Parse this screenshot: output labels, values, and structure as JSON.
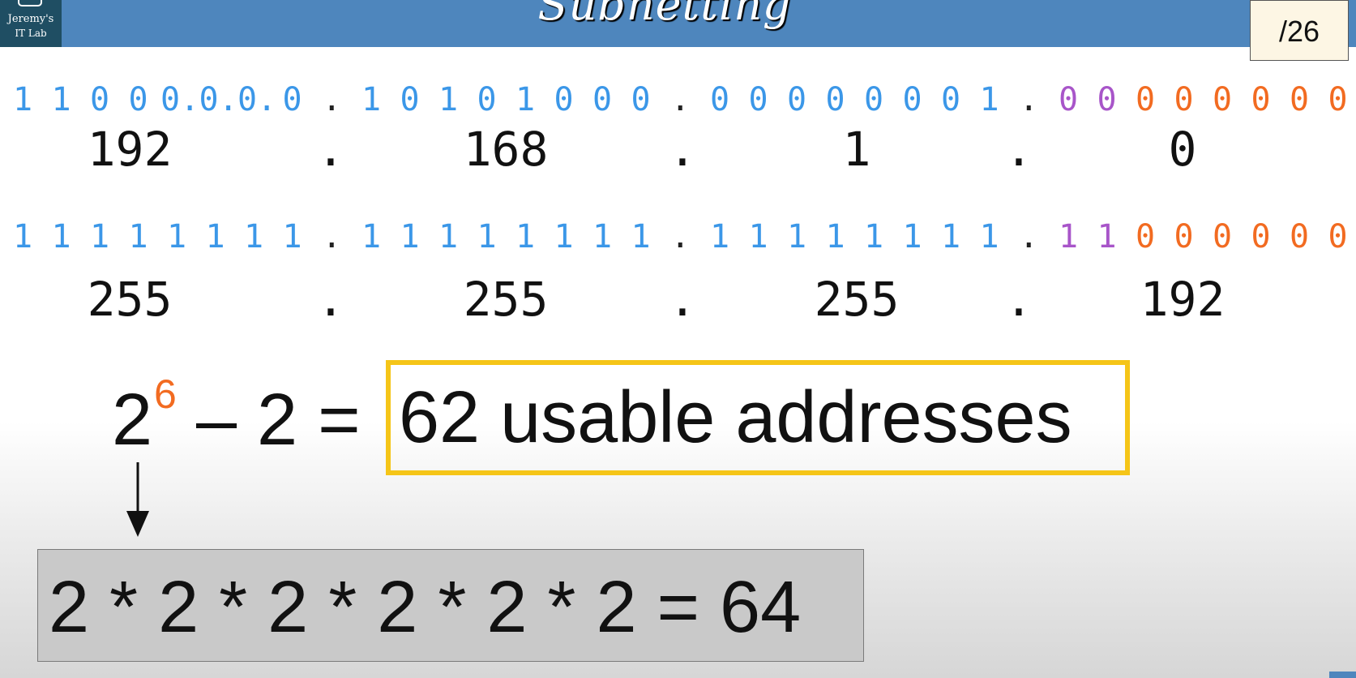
{
  "header": {
    "logo_line1": "Jeremy's",
    "logo_line2": "IT Lab",
    "title": "Subnetting",
    "prefix_badge": "/26"
  },
  "colors": {
    "network_bits": "#3b97e8",
    "borrowed_bits": "#a855c9",
    "host_bits": "#f26b21",
    "highlight_border": "#f5c518"
  },
  "address": {
    "binary_octets": [
      [
        "1",
        "1",
        "0",
        "0",
        "0.",
        "0.",
        "0.",
        "0"
      ],
      [
        "1",
        "0",
        "1",
        "0",
        "1",
        "0",
        "0",
        "0"
      ],
      [
        "0",
        "0",
        "0",
        "0",
        "0",
        "0",
        "0",
        "1"
      ],
      [
        "0",
        "0",
        "0",
        "0",
        "0",
        "0",
        "0",
        "0"
      ]
    ],
    "decimal": [
      "192",
      "168",
      "1",
      "0"
    ]
  },
  "mask": {
    "binary_octets": [
      [
        "1",
        "1",
        "1",
        "1",
        "1",
        "1",
        "1",
        "1"
      ],
      [
        "1",
        "1",
        "1",
        "1",
        "1",
        "1",
        "1",
        "1"
      ],
      [
        "1",
        "1",
        "1",
        "1",
        "1",
        "1",
        "1",
        "1"
      ],
      [
        "1",
        "1",
        "0",
        "0",
        "0",
        "0",
        "0",
        "0"
      ]
    ],
    "decimal": [
      "255",
      "255",
      "255",
      "192"
    ]
  },
  "separator": ".",
  "formula": {
    "base": "2",
    "exponent": "6",
    "rest": "– 2 =",
    "result": "62 usable addresses"
  },
  "expansion": {
    "text": "2 * 2 * 2 * 2 * 2 * 2 = 64"
  }
}
